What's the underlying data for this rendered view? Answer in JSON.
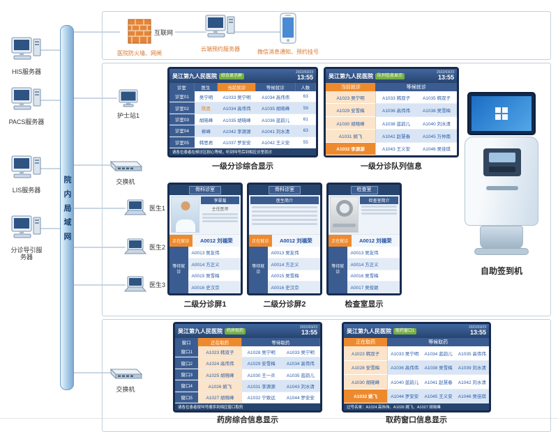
{
  "colors": {
    "accent_orange": "#ee8a2e",
    "header_blue": "#27446f",
    "badge_green": "#76b043",
    "text_blue": "#2b5ca8"
  },
  "lan_label": "院内局域网",
  "top_box": {
    "firewall_label": "医院防火墙、网闸",
    "internet_label": "互联网",
    "cloud_server_label": "云端预约服务器",
    "wechat_label": "微信消息通知、预约挂号"
  },
  "servers": [
    {
      "label": "HIS服务器"
    },
    {
      "label": "PACS服务器"
    },
    {
      "label": "LIS服务器"
    },
    {
      "label": "分诊导引服务器"
    }
  ],
  "middle": {
    "nurse_station_label": "护士站1",
    "switch_label": "交换机",
    "doctors": [
      {
        "label": "医生1"
      },
      {
        "label": "医生2"
      },
      {
        "label": "医生3"
      }
    ],
    "kiosk_label": "自助签到机",
    "comp_screen": {
      "hospital": "吴江第九人民医院",
      "badge": "综合显示屏",
      "date": "2022/03/23",
      "time": "13:55",
      "columns": [
        "诊室",
        "医生",
        "当前就诊",
        "等候就诊",
        "人数"
      ],
      "rows": [
        {
          "room": "诊室01",
          "doctor": "吴宁明",
          "current": "A1033 吴宁明",
          "waiting": "A1034 高伟伟",
          "count": "63"
        },
        {
          "room": "诊室02",
          "doctor": "陈思",
          "current": "A1034 高伟伟",
          "waiting": "A1035 胡晓峰",
          "count": "59"
        },
        {
          "room": "诊室03",
          "doctor": "胡晓峰",
          "current": "A1035 胡晓峰",
          "waiting": "A1036 蓝韵儿",
          "count": "61"
        },
        {
          "room": "诊室04",
          "doctor": "柳峰",
          "current": "A1042 李源源",
          "waiting": "A1041 刘水清",
          "count": "63"
        },
        {
          "room": "诊室05",
          "doctor": "韩思君",
          "current": "A1037 罗安安",
          "waiting": "A1042 王义安",
          "count": "55"
        }
      ],
      "ticker": "请各位患者在候诊区耐心等候，听到叫号后到相应诊室就诊",
      "caption": "一级分诊综合显示"
    },
    "queue_screen": {
      "hospital": "吴江第九人民医院",
      "badge": "队列信息显示",
      "date": "2022/03/23",
      "time": "13:55",
      "current_header": "当前就诊",
      "waiting_header": "等候就诊",
      "current": [
        "A1023 吴宁明",
        "A1029 安雪梅",
        "A1030 胡晓峰",
        "A1031 姚飞",
        "A1032 李源源"
      ],
      "waiting": [
        [
          "A1033 韩双子",
          "A1035 韩双子"
        ],
        [
          "A1036 高伟伟",
          "A1038 吴雪梅"
        ],
        [
          "A1038 蓝韵儿",
          "A1040 刘水清"
        ],
        [
          "A1042 赵慧春",
          "A1045 万仲南"
        ],
        [
          "A1043 王义安",
          "A1046 吴佳琪"
        ]
      ],
      "caption": "一级分诊队列信息"
    },
    "sec_screens": [
      {
        "header": "骨科诊室",
        "doctor_name": "李翠菊",
        "doctor_title": "主任医师",
        "current_label": "正在就诊",
        "current": "A0012 刘福荣",
        "waiting_label": "等待就诊",
        "waiting": [
          "A0013 吴友伟",
          "A0014 方正义",
          "A0015 吴雪梅",
          "A0016 史汉京"
        ],
        "caption": "二级分诊屏1"
      },
      {
        "header": "骨科诊室",
        "intro_title": "医生简介",
        "current_label": "正在就诊",
        "current": "A0012 刘福荣",
        "waiting_label": "等待就诊",
        "waiting": [
          "A0013 吴友伟",
          "A0014 方正义",
          "A0015 吴雪梅",
          "A0016 史汉京"
        ],
        "caption": "二级分诊屏2"
      },
      {
        "header": "检查室",
        "intro_title": "检查室简介",
        "current_label": "正在就诊",
        "current": "A0012 刘福荣",
        "waiting_label": "等待就诊",
        "waiting": [
          "A0013 吴友伟",
          "A0014 方正义",
          "A0016 吴雪梅",
          "A0017 吴俊颖"
        ],
        "caption": "检查室显示"
      }
    ]
  },
  "bottom": {
    "switch_label": "交换机",
    "pharm_screen": {
      "hospital": "吴江第九人民医院",
      "badge": "药房取药",
      "date": "2022/03/23",
      "time": "13:55",
      "columns": [
        "窗口",
        "正在取药",
        "等待取药"
      ],
      "rows": [
        {
          "win": "窗口1",
          "current": "A1023 韩双子",
          "w1": "A1028 吴宁明",
          "w2": "A1033 吴宁明"
        },
        {
          "win": "窗口2",
          "current": "A1024 高伟伟",
          "w1": "A1029 安雪梅",
          "w2": "A1034 高伟伟"
        },
        {
          "win": "窗口3",
          "current": "A1025 胡晓峰",
          "w1": "A1030 王一炎",
          "w2": "A1035 蓝韵儿"
        },
        {
          "win": "窗口4",
          "current": "A1026 姚飞",
          "w1": "A1031 李源源",
          "w2": "A1043 刘水清"
        },
        {
          "win": "窗口5",
          "current": "A1027 胡晓峰",
          "w1": "A1032 宁致远",
          "w2": "A1044 罗安安"
        }
      ],
      "ticker": "请各位患者按叫号顺序到相应窗口取药",
      "caption": "药房综合信息显示"
    },
    "window_screen": {
      "hospital": "吴江第九人民医院",
      "badge": "取药窗口1",
      "date": "2022/03/23",
      "time": "13:55",
      "current_header": "正在取药",
      "waiting_header": "等候取药",
      "current": [
        "A1023 韩双子",
        "A1028 安雪梅",
        "A1030 胡晓峰",
        "A1032 姚飞"
      ],
      "waiting": [
        [
          "A1033 吴宁明",
          "A1034 蓝韵儿",
          "A1035 高伟伟"
        ],
        [
          "A1036 高伟伟",
          "A1038 吴雪梅",
          "A1039 刘水清"
        ],
        [
          "A1040 蓝韵儿",
          "A1041 赵慧春",
          "A1042 刘水清"
        ],
        [
          "A1044 罗安安",
          "A1045 王义安",
          "A1046 吴佳琪"
        ]
      ],
      "footer": "过号名单：A1024 高伟伟、A1026 姚飞、A1027 胡晓峰",
      "caption": "取药窗口信息显示"
    }
  }
}
